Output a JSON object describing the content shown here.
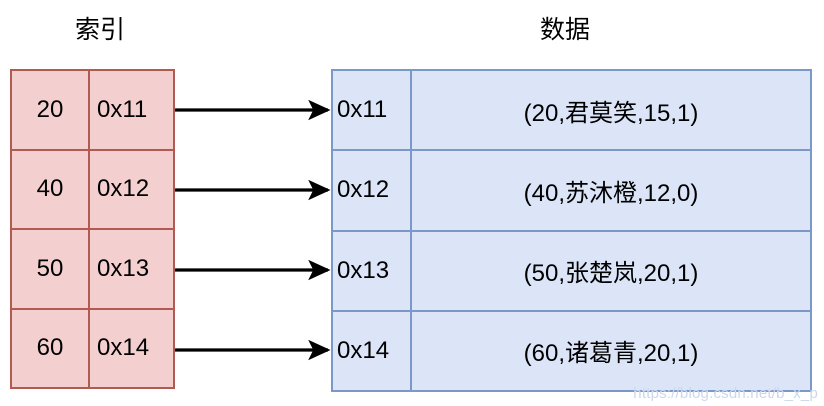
{
  "headings": {
    "index": "索引",
    "data": "数据"
  },
  "colors": {
    "index_fill": "#f3cfcf",
    "index_border": "#b05a52",
    "data_fill": "#dce5f7",
    "data_border": "#7a98c8",
    "arrow": "#000000",
    "watermark": "#ccd7ee"
  },
  "index_table": {
    "rows": [
      {
        "key": "20",
        "pointer": "0x11"
      },
      {
        "key": "40",
        "pointer": "0x12"
      },
      {
        "key": "50",
        "pointer": "0x13"
      },
      {
        "key": "60",
        "pointer": "0x14"
      }
    ]
  },
  "data_table": {
    "rows": [
      {
        "address": "0x11",
        "tuple": "(20,君莫笑,15,1)"
      },
      {
        "address": "0x12",
        "tuple": "(40,苏沐橙,12,0)"
      },
      {
        "address": "0x13",
        "tuple": "(50,张楚岚,20,1)"
      },
      {
        "address": "0x14",
        "tuple": "(60,诸葛青,20,1)"
      }
    ]
  },
  "arrows": [
    {
      "label": "arrow-0x11",
      "from": "index row 1 pointer",
      "to": "data row 1 address"
    },
    {
      "label": "arrow-0x12",
      "from": "index row 2 pointer",
      "to": "data row 2 address"
    },
    {
      "label": "arrow-0x13",
      "from": "index row 3 pointer",
      "to": "data row 3 address"
    },
    {
      "label": "arrow-0x14",
      "from": "index row 4 pointer",
      "to": "data row 4 address"
    }
  ],
  "watermark": "https://blog.csdn.net/b_x_p"
}
